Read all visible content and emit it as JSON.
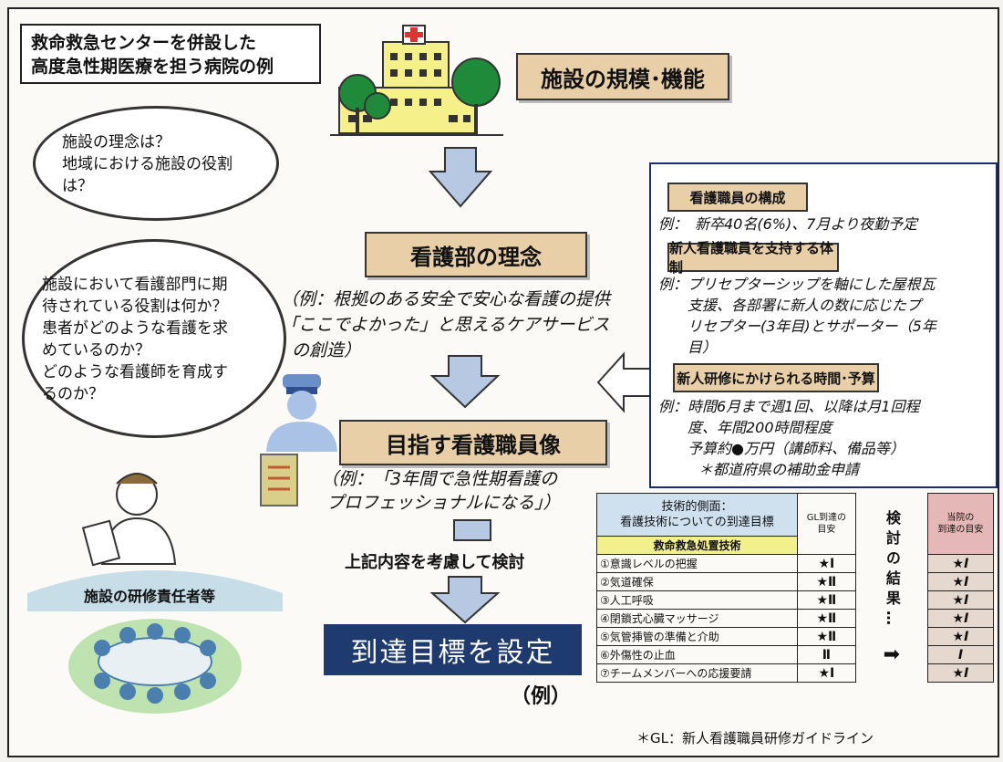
{
  "header": {
    "line1": "救命救急センターを併設した",
    "line2": "高度急性期医療を担う病院の例"
  },
  "steps": {
    "facility": "施設の規模･機能",
    "philosophy": "看護部の理念",
    "target_staff": "目指す看護職員像",
    "goal": "到達目標を設定"
  },
  "cloud1": {
    "line1": "施設の理念は？",
    "line2": "地域における施設の役割",
    "line3": "は？"
  },
  "cloud2": {
    "line1": "施設において看護部門に期",
    "line2": "待されている役割は何か？",
    "line3": "患者がどのような看護を求",
    "line4": "めているのか？",
    "line5": "どのような看護師を育成す",
    "line6": "るのか？"
  },
  "philosophy_example": {
    "line1": "（例：根拠のある安全で安心な看護の提供",
    "line2": "「ここでよかった」と思えるケアサービス",
    "line3": "の創造）"
  },
  "target_example": {
    "line1": "（例：「3年間で急性期看護の",
    "line2": "プロフェッショナルになる」）"
  },
  "consider_text": "上記内容を考慮して検討",
  "example_label": "（例）",
  "trainer_label": "施設の研修責任者等",
  "side": {
    "box1_title": "看護職員の構成",
    "box1_text": "例：　新卒40名(6%)、7月より夜勤予定",
    "box2_title": "新人看護職員を支持する体制",
    "box2_line1": "例：プリセプターシップを軸にした屋根瓦",
    "box2_line2": "支援、各部署に新人の数に応じたプ",
    "box2_line3": "リセプター(3年目)とサポーター（5年",
    "box2_line4": "目）",
    "box3_title": "新人研修にかけられる時間･予算",
    "box3_line1": "例：時間6月まで週1回、以降は月1回程",
    "box3_line2": "度、年間200時間程度",
    "box3_line3": "予算約●万円（講師料、備品等）",
    "box3_line4": "＊都道府県の補助金申請"
  },
  "table": {
    "header1_line1": "技術的側面：",
    "header1_line2": "看護技術についての到達目標",
    "gl_header_line1": "GL到達の",
    "gl_header_line2": "目安",
    "current_header_line1": "当院の",
    "current_header_line2": "到達の目安",
    "category": "救命救急処置技術",
    "result_label": "検討の結果…",
    "rows": [
      {
        "item": "①意識レベルの把握",
        "gl": "★Ⅰ",
        "current": "★Ⅰ"
      },
      {
        "item": "②気道確保",
        "gl": "★Ⅱ",
        "current": "★Ⅰ"
      },
      {
        "item": "③人工呼吸",
        "gl": "★Ⅱ",
        "current": "★Ⅰ"
      },
      {
        "item": "④閉鎖式心臓マッサージ",
        "gl": "★Ⅱ",
        "current": "★Ⅰ"
      },
      {
        "item": "⑤気管挿管の準備と介助",
        "gl": "★Ⅱ",
        "current": "★Ⅰ"
      },
      {
        "item": "⑥外傷性の止血",
        "gl": "Ⅱ",
        "current": "Ⅰ"
      },
      {
        "item": "⑦チームメンバーへの応援要請",
        "gl": "★Ⅰ",
        "current": "★Ⅰ"
      }
    ]
  },
  "footnote": "＊GL：新人看護職員研修ガイドライン",
  "colors": {
    "tan": "#e8cfa8",
    "arrow": "#b7c9e2",
    "navy": "#1f3a6e",
    "table_header": "#cfe0ef",
    "category": "#f2f08a",
    "current_header": "#e6b7b7"
  }
}
